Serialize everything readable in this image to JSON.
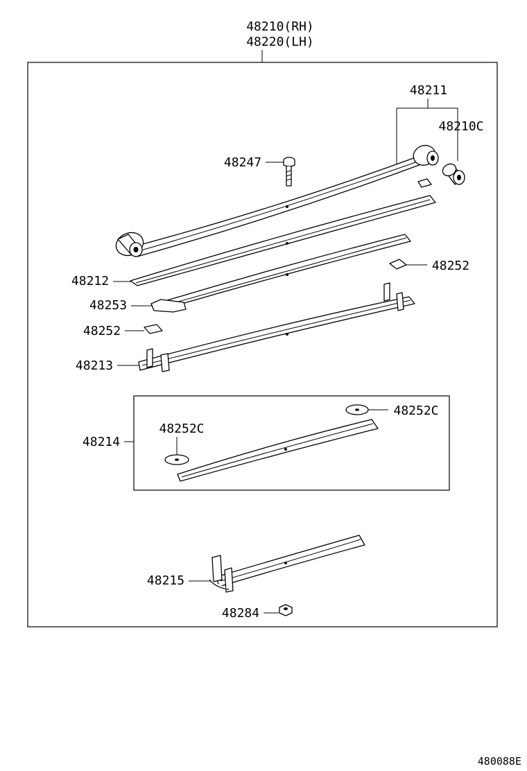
{
  "assembly": {
    "label_rh": "48210(RH)",
    "label_lh": "48220(LH)"
  },
  "callouts": {
    "p48211": "48211",
    "p48210c": "48210C",
    "p48247": "48247",
    "p48252_right": "48252",
    "p48212": "48212",
    "p48253": "48253",
    "p48252_left": "48252",
    "p48213": "48213",
    "p48214": "48214",
    "p48252c_right": "48252C",
    "p48252c_left": "48252C",
    "p48215": "48215",
    "p48284": "48284"
  },
  "figure_code": "480088E"
}
